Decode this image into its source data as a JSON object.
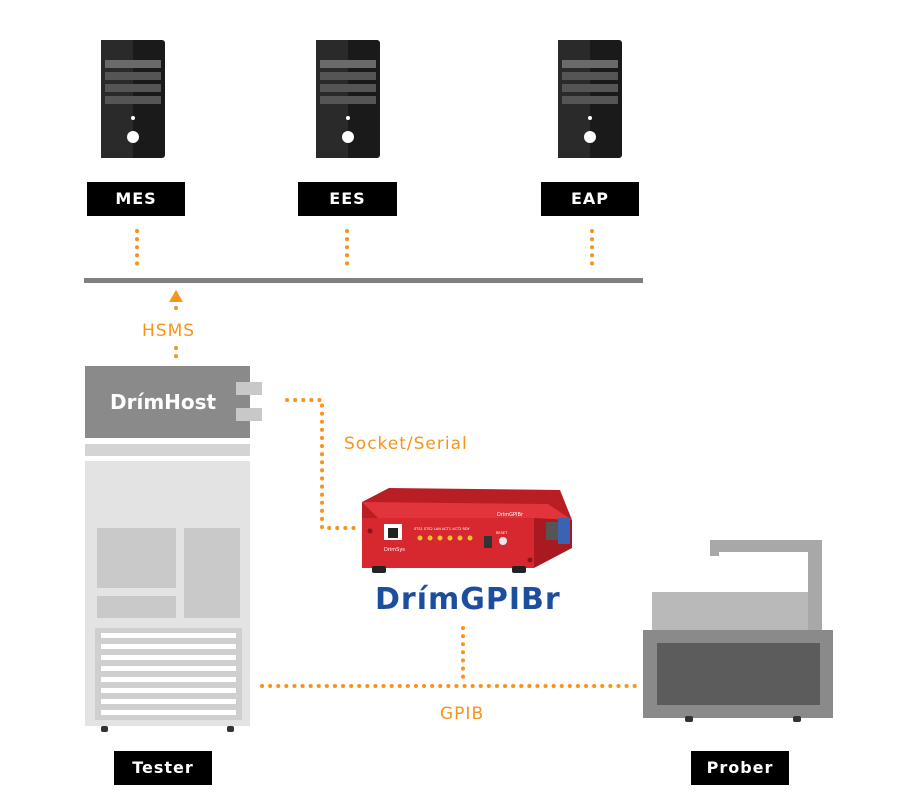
{
  "servers": [
    {
      "label": "MES"
    },
    {
      "label": "EES"
    },
    {
      "label": "EAP"
    }
  ],
  "links": {
    "hsms": "HSMS",
    "socket_serial": "Socket/Serial",
    "gpib": "GPIB"
  },
  "host": {
    "label": "DrímHost"
  },
  "device": {
    "product_name": "DrímGPIBr",
    "panel_brand": "DrimSys",
    "panel_model": "DrimGPIBr",
    "panel_led_labels": "STS1  STS2  LAN  ACT1  ACT2  RDY",
    "panel_reset": "RESET"
  },
  "equipment": {
    "tester": "Tester",
    "prober": "Prober"
  },
  "colors": {
    "link": "#f7941d",
    "network_bar": "#808080",
    "device_body": "#d7282f",
    "product_text": "#1c4ea0",
    "label_box": "#000000"
  }
}
